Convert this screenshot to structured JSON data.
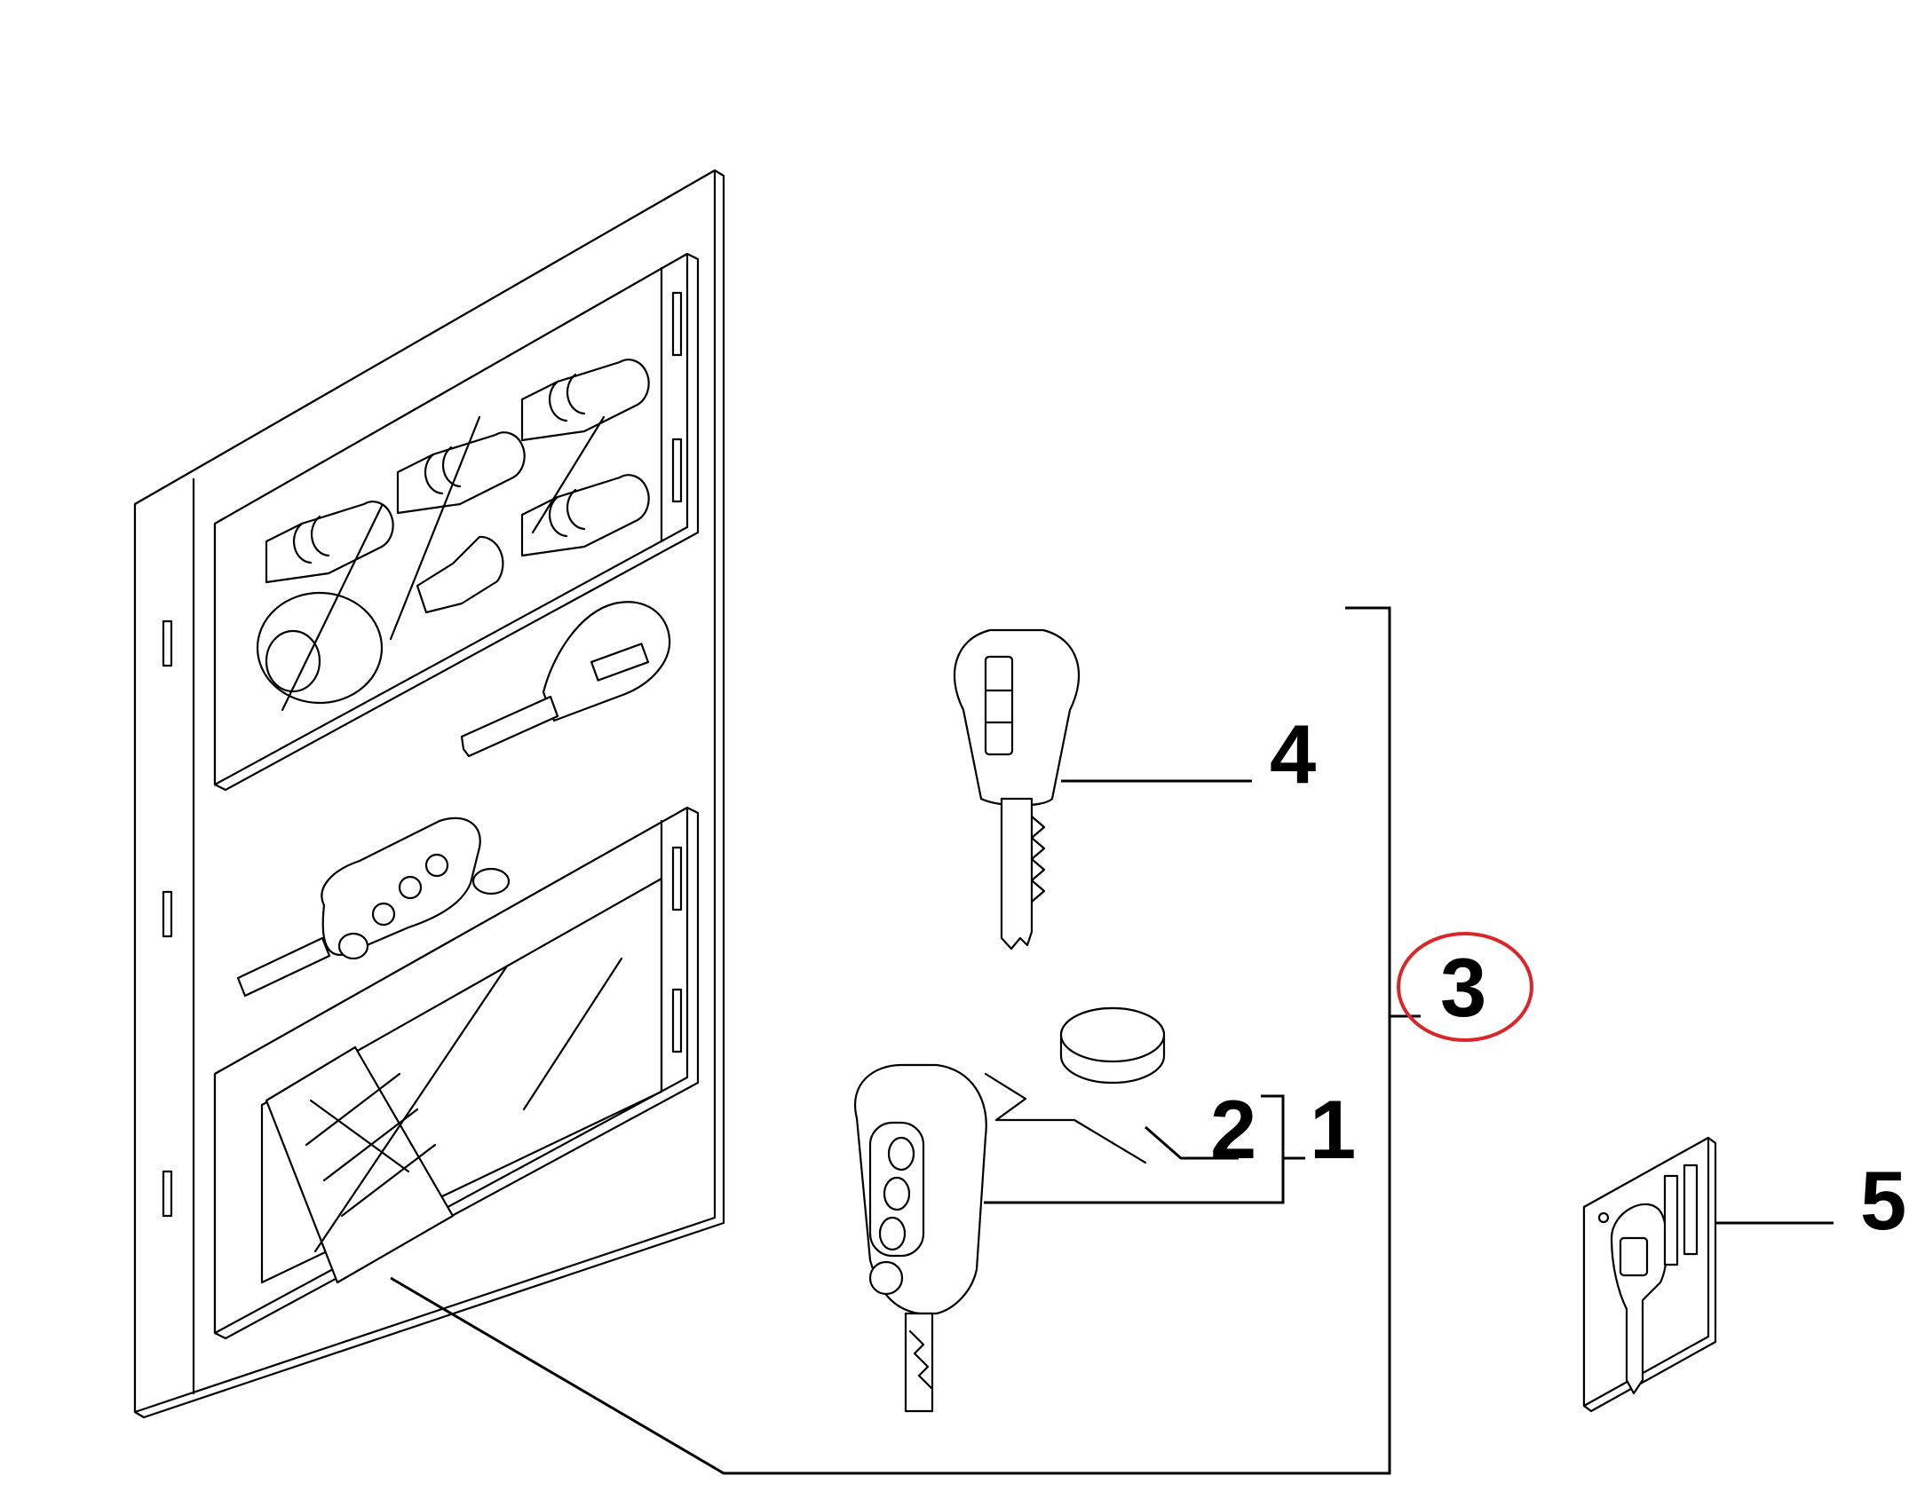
{
  "callouts": {
    "item_1": "1",
    "item_2": "2",
    "item_3": "3",
    "item_4": "4",
    "item_5": "5"
  },
  "highlight_color": "#d8262a",
  "line_color": "#000000"
}
